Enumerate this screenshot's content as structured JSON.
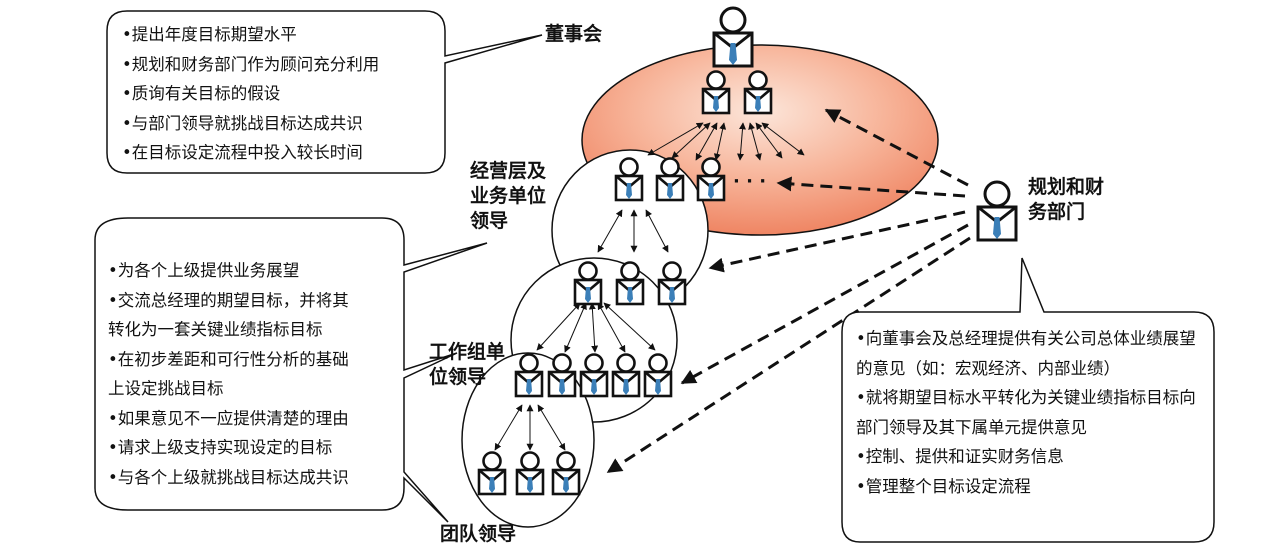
{
  "labels": {
    "board": "董事会",
    "management": [
      "经营层及",
      "业务单位",
      "领导"
    ],
    "workgroup": [
      "工作组单",
      "位领导"
    ],
    "team": "团队领导",
    "planning": [
      "规划和财",
      "务部门"
    ]
  },
  "callouts": {
    "board": [
      "•提出年度目标期望水平",
      "•规划和财务部门作为顾问充分利用",
      "•质询有关目标的假设",
      "•与部门领导就挑战目标达成共识",
      "•在目标设定流程中投入较长时间"
    ],
    "managers": [
      "•为各个上级提供业务展望",
      "•交流总经理的期望目标，并将其",
      "转化为一套关键业绩指标目标",
      "•在初步差距和可行性分析的基础",
      "上设定挑战目标",
      "•如果意见不一应提供清楚的理由",
      "•请求上级支持实现设定的目标",
      "•与各个上级就挑战目标达成共识"
    ],
    "planning": [
      "•向董事会及总经理提供有关公司总体业绩展望的意见（如：宏观经济、内部业绩）",
      "•就将期望目标水平转化为关键业绩指标目标向部门领导及其下属单元提供意见",
      "•控制、提供和证实财务信息",
      "•管理整个目标设定流程"
    ]
  },
  "ellipsis": "· · ·",
  "colors": {
    "board_fill_center": "#fce2d6",
    "board_fill_edge": "#f18c6a",
    "line": "#111111",
    "person_fill": "#ffffff",
    "person_tie": "#3b7fb8"
  },
  "icons": [
    "person-icon"
  ]
}
